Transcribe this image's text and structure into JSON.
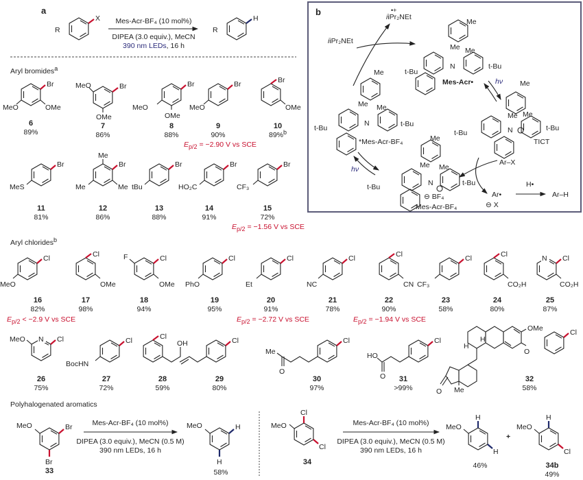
{
  "panel_a": {
    "label": "a",
    "scheme": {
      "substrate_R": "R",
      "substrate_X": "X",
      "product_R": "R",
      "product_H": "H",
      "reagent_line1": "Mes-Acr-BF₄ (10 mol%)",
      "reagent_line2": "DIPEA (3.0 equiv.), MeCN",
      "reagent_line3_highlight": "390 nm LEDs",
      "reagent_line3_rest": ", 16 h"
    },
    "aryl_bromides": {
      "heading": "Aryl bromides",
      "heading_sup": "a",
      "compounds": [
        {
          "id": "6",
          "yield": "89%",
          "substituents": [
            "MeO",
            "OMe",
            "Br"
          ]
        },
        {
          "id": "7",
          "yield": "86%",
          "substituents": [
            "MeO",
            "OMe",
            "Br"
          ]
        },
        {
          "id": "8",
          "yield": "88%",
          "substituents": [
            "MeO",
            "OMe",
            "Br"
          ]
        },
        {
          "id": "9",
          "yield": "90%",
          "substituents": [
            "MeO",
            "Br"
          ],
          "potential": "E",
          "potential_sub": "p/2",
          "potential_value": " = −2.90 V vs SCE"
        },
        {
          "id": "10",
          "yield": "89%",
          "yield_sup": "b",
          "substituents": [
            "OMe",
            "Br"
          ]
        },
        {
          "id": "11",
          "yield": "81%",
          "substituents": [
            "MeS",
            "Br"
          ]
        },
        {
          "id": "12",
          "yield": "86%",
          "substituents": [
            "Me",
            "Me",
            "Me",
            "Br"
          ]
        },
        {
          "id": "13",
          "yield": "88%",
          "substituents": [
            "tBu",
            "Br"
          ]
        },
        {
          "id": "14",
          "yield": "91%",
          "substituents": [
            "HO₂C",
            "Br"
          ]
        },
        {
          "id": "15",
          "yield": "72%",
          "substituents": [
            "CF₃",
            "Br"
          ],
          "potential": "E",
          "potential_sub": "p/2",
          "potential_value": " = −1.56 V vs SCE"
        }
      ]
    },
    "aryl_chlorides": {
      "heading": "Aryl chlorides",
      "heading_sup": "b",
      "compounds": [
        {
          "id": "16",
          "yield": "82%",
          "substituents": [
            "MeO",
            "Cl"
          ],
          "potential": "E",
          "potential_sub": "p/2",
          "potential_value": " < −2.9 V vs SCE"
        },
        {
          "id": "17",
          "yield": "98%",
          "substituents": [
            "OMe",
            "Cl"
          ]
        },
        {
          "id": "18",
          "yield": "94%",
          "substituents": [
            "F",
            "OMe",
            "Cl"
          ]
        },
        {
          "id": "19",
          "yield": "95%",
          "substituents": [
            "PhO",
            "Cl"
          ]
        },
        {
          "id": "20",
          "yield": "91%",
          "substituents": [
            "Et",
            "Cl"
          ],
          "potential": "E",
          "potential_sub": "p/2",
          "potential_value": " = −2.72 V vs SCE"
        },
        {
          "id": "21",
          "yield": "78%",
          "substituents": [
            "NC",
            "Cl"
          ]
        },
        {
          "id": "22",
          "yield": "90%",
          "substituents": [
            "CN",
            "Cl"
          ],
          "potential": "E",
          "potential_sub": "p/2",
          "potential_value": " = −1.94 V vs SCE"
        },
        {
          "id": "23",
          "yield": "58%",
          "substituents": [
            "CF₃",
            "Cl"
          ]
        },
        {
          "id": "24",
          "yield": "80%",
          "substituents": [
            "CO₂H",
            "Cl"
          ]
        },
        {
          "id": "25",
          "yield": "87%",
          "substituents": [
            "N",
            "CO₂H",
            "Cl"
          ]
        },
        {
          "id": "26",
          "yield": "75%",
          "substituents": [
            "MeO",
            "N",
            "Cl"
          ]
        },
        {
          "id": "27",
          "yield": "72%",
          "substituents": [
            "BocHN",
            "Cl"
          ]
        },
        {
          "id": "28",
          "yield": "59%",
          "substituents": [
            "OH",
            "Cl"
          ]
        },
        {
          "id": "29",
          "yield": "80%",
          "substituents": [
            "Cl"
          ]
        },
        {
          "id": "30",
          "yield": "97%",
          "substituents": [
            "Me",
            "O",
            "Cl"
          ]
        },
        {
          "id": "31",
          "yield": ">99%",
          "substituents": [
            "HO",
            "O",
            "Cl"
          ]
        },
        {
          "id": "32",
          "yield": "58%",
          "substituents": [
            "OMe",
            "O",
            "Cl",
            "H",
            "H",
            "O",
            "Me"
          ]
        }
      ]
    },
    "polyhalogenated": {
      "heading": "Polyhalogenated aromatics",
      "left": {
        "substrate_id": "33",
        "substrate_labels": [
          "MeO",
          "Br",
          "Br"
        ],
        "reagent_line1": "Mes-Acr-BF₄ (10 mol%)",
        "reagent_line2": "DIPEA (3.0 equiv.), MeCN (0.5 M)",
        "reagent_line3": "390 nm LEDs, 16 h",
        "product_labels": [
          "MeO",
          "H",
          "H"
        ],
        "product_yield": "58%"
      },
      "right": {
        "substrate_id": "34",
        "substrate_labels": [
          "MeO",
          "Cl",
          "Cl"
        ],
        "reagent_line1": "Mes-Acr-BF₄ (10 mol%)",
        "reagent_line2": "DIPEA (3.0 equiv.), MeCN (0.5 M)",
        "reagent_line3": "390 nm LEDs, 16 h",
        "product1_labels": [
          "MeO",
          "H",
          "H"
        ],
        "product1_yield": "46%",
        "plus": "+",
        "product2_id": "34b",
        "product2_labels": [
          "MeO",
          "H",
          "Cl"
        ],
        "product2_yield": "49%"
      }
    }
  },
  "panel_b": {
    "label": "b",
    "amine": "iPr₂NEt",
    "amine_radical_cation": "iPr₂NEt",
    "amine_radical_mark": "•+",
    "species": {
      "radical": "Mes-Acr•",
      "excited": "*Mes-Acr-BF₄",
      "ground": "Mes-Acr-BF₄",
      "tict": "TICT"
    },
    "counterion": "BF₄",
    "hv": "hν",
    "tBu": "t-Bu",
    "Me": "Me",
    "N": "N",
    "ArX": "Ar–X",
    "ArRad": "Ar•",
    "X": "X",
    "Hrad": "H•",
    "ArH": "Ar–H"
  },
  "colors": {
    "cleaved_bond": "#c8102e",
    "new_bond": "#1f2a6b",
    "potential_text": "#c8102e",
    "box_border": "#5a5a78"
  }
}
